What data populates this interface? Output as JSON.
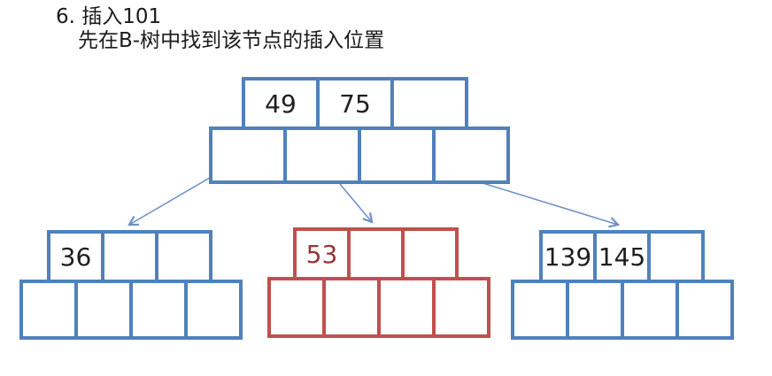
{
  "title": {
    "line1": "6. 插入101",
    "line2": "先在B-树中找到该节点的插入位置"
  },
  "colors": {
    "node_border_blue": "#4F81BD",
    "node_border_red": "#C0504D",
    "key_text": "#1f1f1f",
    "highlighted_key_text": "#943634",
    "arrow": "#6b8fc9"
  },
  "tree": {
    "root": {
      "keys": [
        "49",
        "75",
        ""
      ],
      "pointers": [
        "",
        "",
        "",
        ""
      ]
    },
    "children": [
      {
        "id": "left-child",
        "highlight": false,
        "keys": [
          "36",
          "",
          ""
        ],
        "pointers": [
          "",
          "",
          "",
          ""
        ]
      },
      {
        "id": "middle-child",
        "highlight": true,
        "keys": [
          "53",
          "",
          ""
        ],
        "pointers": [
          "",
          "",
          "",
          ""
        ]
      },
      {
        "id": "right-child",
        "highlight": false,
        "keys": [
          "139",
          "145",
          ""
        ],
        "pointers": [
          "",
          "",
          "",
          ""
        ]
      }
    ],
    "edges": [
      {
        "from": "root-pointer-slot-1",
        "to": "left-child"
      },
      {
        "from": "root-pointer-slot-2",
        "to": "middle-child"
      },
      {
        "from": "root-pointer-slot-3",
        "to": "right-child"
      }
    ]
  }
}
